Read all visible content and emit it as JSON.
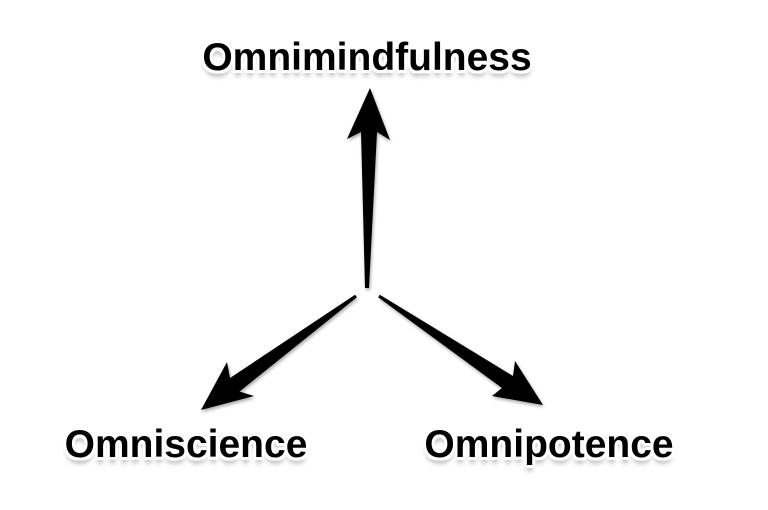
{
  "diagram": {
    "background_color": "#ffffff",
    "arrow_color": "#000000",
    "text_color": "#000000",
    "halo_color": "#ffffff",
    "nodes": [
      {
        "id": "omnimindfulness",
        "label": "Omnimindfulness",
        "position": "top"
      },
      {
        "id": "omniscience",
        "label": "Omniscience",
        "position": "bottom-left"
      },
      {
        "id": "omnipotence",
        "label": "Omnipotence",
        "position": "bottom-right"
      }
    ],
    "arrows": [
      {
        "from": "center",
        "to": "omnimindfulness",
        "direction": "up"
      },
      {
        "from": "center",
        "to": "omniscience",
        "direction": "down-left"
      },
      {
        "from": "center",
        "to": "omnipotence",
        "direction": "down-right"
      }
    ]
  }
}
